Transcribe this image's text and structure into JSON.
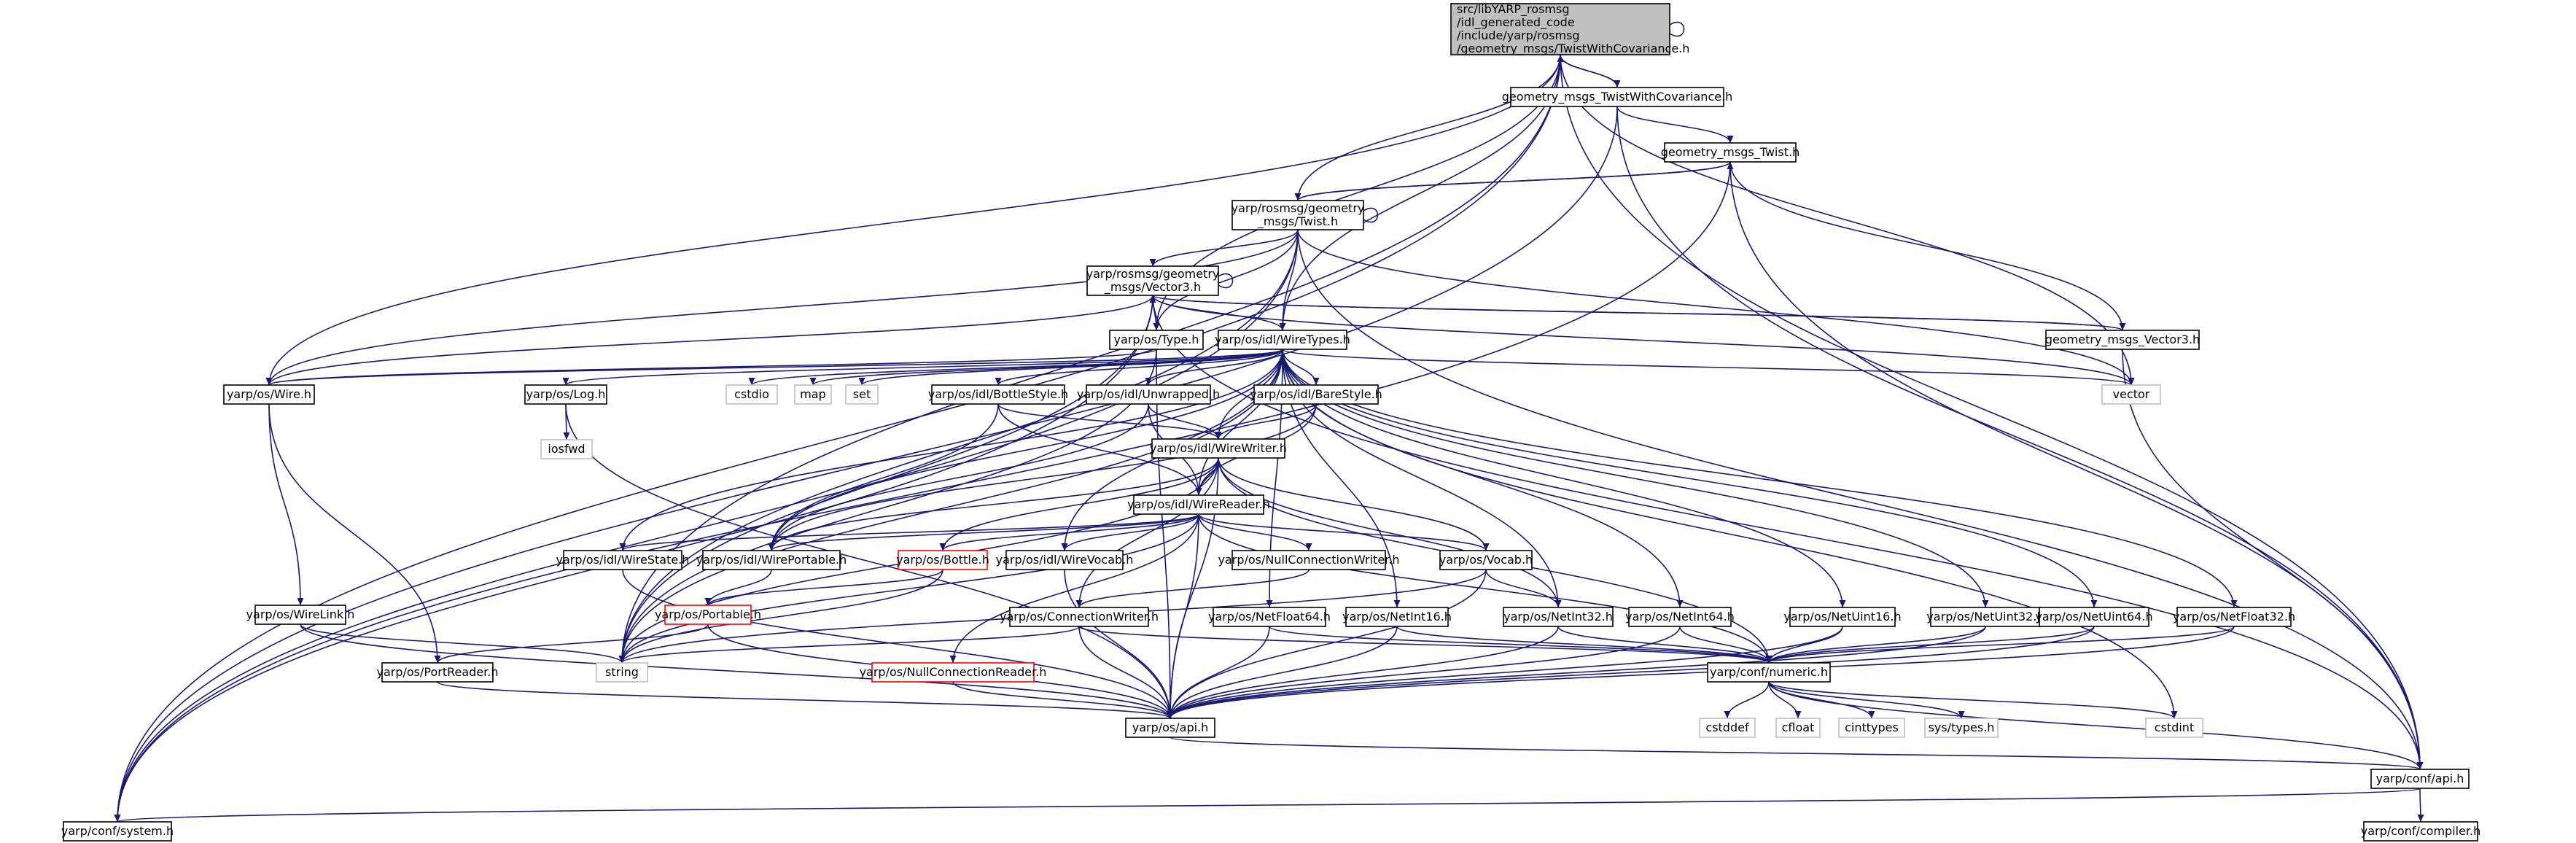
{
  "diagram": {
    "type": "include-dependency-graph",
    "edge_color": "#191970",
    "node_styles": {
      "root_fill": "#bfbfbf",
      "system_border": "#bfbfbf",
      "missing_border": "#ff0000"
    },
    "nodes": [
      {
        "id": "root",
        "lines": [
          "src/libYARP_rosmsg",
          "/idl_generated_code",
          "/include/yarp/rosmsg",
          "/geometry_msgs/TwistWithCovariance.h"
        ],
        "style": "root"
      },
      {
        "id": "twc",
        "lines": [
          "geometry_msgs_TwistWithCovariance.h"
        ]
      },
      {
        "id": "gmtwist",
        "lines": [
          "geometry_msgs_Twist.h"
        ]
      },
      {
        "id": "yrtwist",
        "lines": [
          "yarp/rosmsg/geometry",
          "_msgs/Twist.h"
        ]
      },
      {
        "id": "yrvec3",
        "lines": [
          "yarp/rosmsg/geometry",
          "_msgs/Vector3.h"
        ]
      },
      {
        "id": "type",
        "lines": [
          "yarp/os/Type.h"
        ]
      },
      {
        "id": "gmvec3",
        "lines": [
          "geometry_msgs_Vector3.h"
        ]
      },
      {
        "id": "wiretypes",
        "lines": [
          "yarp/os/idl/WireTypes.h"
        ]
      },
      {
        "id": "wire",
        "lines": [
          "yarp/os/Wire.h"
        ]
      },
      {
        "id": "log",
        "lines": [
          "yarp/os/Log.h"
        ]
      },
      {
        "id": "iosfwd",
        "lines": [
          "iosfwd"
        ],
        "style": "sys"
      },
      {
        "id": "cstdio",
        "lines": [
          "cstdio"
        ],
        "style": "sys"
      },
      {
        "id": "map",
        "lines": [
          "map"
        ],
        "style": "sys"
      },
      {
        "id": "set",
        "lines": [
          "set"
        ],
        "style": "sys"
      },
      {
        "id": "vector",
        "lines": [
          "vector"
        ],
        "style": "sys"
      },
      {
        "id": "bottlestyle",
        "lines": [
          "yarp/os/idl/BottleStyle.h"
        ]
      },
      {
        "id": "unwrapped",
        "lines": [
          "yarp/os/idl/Unwrapped.h"
        ]
      },
      {
        "id": "barestyle",
        "lines": [
          "yarp/os/idl/BareStyle.h"
        ]
      },
      {
        "id": "wirewriter",
        "lines": [
          "yarp/os/idl/WireWriter.h"
        ]
      },
      {
        "id": "wirereader",
        "lines": [
          "yarp/os/idl/WireReader.h"
        ]
      },
      {
        "id": "wirestate",
        "lines": [
          "yarp/os/idl/WireState.h"
        ]
      },
      {
        "id": "wireportable",
        "lines": [
          "yarp/os/idl/WirePortable.h"
        ]
      },
      {
        "id": "bottle",
        "lines": [
          "yarp/os/Bottle.h"
        ],
        "style": "missing"
      },
      {
        "id": "wirevocab",
        "lines": [
          "yarp/os/idl/WireVocab.h"
        ]
      },
      {
        "id": "nullconnwriter",
        "lines": [
          "yarp/os/NullConnectionWriter.h"
        ]
      },
      {
        "id": "vocab",
        "lines": [
          "yarp/os/Vocab.h"
        ]
      },
      {
        "id": "wirelink",
        "lines": [
          "yarp/os/WireLink.h"
        ]
      },
      {
        "id": "portable",
        "lines": [
          "yarp/os/Portable.h"
        ],
        "style": "missing"
      },
      {
        "id": "connwriter",
        "lines": [
          "yarp/os/ConnectionWriter.h"
        ]
      },
      {
        "id": "netfloat64",
        "lines": [
          "yarp/os/NetFloat64.h"
        ]
      },
      {
        "id": "netint16",
        "lines": [
          "yarp/os/NetInt16.h"
        ]
      },
      {
        "id": "netint32",
        "lines": [
          "yarp/os/NetInt32.h"
        ]
      },
      {
        "id": "netint64",
        "lines": [
          "yarp/os/NetInt64.h"
        ]
      },
      {
        "id": "netuint16",
        "lines": [
          "yarp/os/NetUint16.h"
        ]
      },
      {
        "id": "netuint32",
        "lines": [
          "yarp/os/NetUint32.h"
        ]
      },
      {
        "id": "netuint64",
        "lines": [
          "yarp/os/NetUint64.h"
        ]
      },
      {
        "id": "netfloat32",
        "lines": [
          "yarp/os/NetFloat32.h"
        ]
      },
      {
        "id": "portreader",
        "lines": [
          "yarp/os/PortReader.h"
        ]
      },
      {
        "id": "string",
        "lines": [
          "string"
        ],
        "style": "sys"
      },
      {
        "id": "nullconnreader",
        "lines": [
          "yarp/os/NullConnectionReader.h"
        ],
        "style": "missing"
      },
      {
        "id": "numeric",
        "lines": [
          "yarp/conf/numeric.h"
        ]
      },
      {
        "id": "cstdint",
        "lines": [
          "cstdint"
        ],
        "style": "sys"
      },
      {
        "id": "osapi",
        "lines": [
          "yarp/os/api.h"
        ]
      },
      {
        "id": "cstddef",
        "lines": [
          "cstddef"
        ],
        "style": "sys"
      },
      {
        "id": "cfloat",
        "lines": [
          "cfloat"
        ],
        "style": "sys"
      },
      {
        "id": "cinttypes",
        "lines": [
          "cinttypes"
        ],
        "style": "sys"
      },
      {
        "id": "systypes",
        "lines": [
          "sys/types.h"
        ],
        "style": "sys"
      },
      {
        "id": "confapi",
        "lines": [
          "yarp/conf/api.h"
        ]
      },
      {
        "id": "system",
        "lines": [
          "yarp/conf/system.h"
        ]
      },
      {
        "id": "compiler",
        "lines": [
          "yarp/conf/compiler.h"
        ]
      }
    ],
    "edges": [
      [
        "root",
        "root"
      ],
      [
        "root",
        "twc"
      ],
      [
        "root",
        "yrtwist"
      ],
      [
        "root",
        "type"
      ],
      [
        "root",
        "wiretypes"
      ],
      [
        "root",
        "wire"
      ],
      [
        "root",
        "string"
      ],
      [
        "root",
        "vector"
      ],
      [
        "root",
        "confapi"
      ],
      [
        "root",
        "system"
      ],
      [
        "twc",
        "root"
      ],
      [
        "twc",
        "gmtwist"
      ],
      [
        "twc",
        "system"
      ],
      [
        "twc",
        "confapi"
      ],
      [
        "gmtwist",
        "yrtwist"
      ],
      [
        "gmtwist",
        "gmvec3"
      ],
      [
        "gmtwist",
        "confapi"
      ],
      [
        "gmtwist",
        "system"
      ],
      [
        "yrtwist",
        "yrtwist"
      ],
      [
        "yrtwist",
        "gmtwist"
      ],
      [
        "yrtwist",
        "yrvec3"
      ],
      [
        "yrtwist",
        "type"
      ],
      [
        "yrtwist",
        "wiretypes"
      ],
      [
        "yrtwist",
        "wire"
      ],
      [
        "yrtwist",
        "string"
      ],
      [
        "yrtwist",
        "vector"
      ],
      [
        "yrtwist",
        "confapi"
      ],
      [
        "yrtwist",
        "system"
      ],
      [
        "yrvec3",
        "yrvec3"
      ],
      [
        "yrvec3",
        "gmvec3"
      ],
      [
        "yrvec3",
        "type"
      ],
      [
        "yrvec3",
        "wiretypes"
      ],
      [
        "yrvec3",
        "wire"
      ],
      [
        "yrvec3",
        "string"
      ],
      [
        "yrvec3",
        "vector"
      ],
      [
        "yrvec3",
        "system"
      ],
      [
        "yrvec3",
        "confapi"
      ],
      [
        "gmvec3",
        "yrvec3"
      ],
      [
        "gmvec3",
        "confapi"
      ],
      [
        "type",
        "wire"
      ],
      [
        "type",
        "string"
      ],
      [
        "type",
        "osapi"
      ],
      [
        "wiretypes",
        "wire"
      ],
      [
        "wiretypes",
        "log"
      ],
      [
        "wiretypes",
        "cstdio"
      ],
      [
        "wiretypes",
        "map"
      ],
      [
        "wiretypes",
        "set"
      ],
      [
        "wiretypes",
        "vector"
      ],
      [
        "wiretypes",
        "bottlestyle"
      ],
      [
        "wiretypes",
        "unwrapped"
      ],
      [
        "wiretypes",
        "barestyle"
      ],
      [
        "wiretypes",
        "wirewriter"
      ],
      [
        "wiretypes",
        "wirereader"
      ],
      [
        "wiretypes",
        "wirestate"
      ],
      [
        "wiretypes",
        "wireportable"
      ],
      [
        "wiretypes",
        "wirevocab"
      ],
      [
        "wiretypes",
        "netfloat64"
      ],
      [
        "wiretypes",
        "netint16"
      ],
      [
        "wiretypes",
        "netint32"
      ],
      [
        "wiretypes",
        "netint64"
      ],
      [
        "wiretypes",
        "netuint16"
      ],
      [
        "wiretypes",
        "netuint32"
      ],
      [
        "wiretypes",
        "netuint64"
      ],
      [
        "wiretypes",
        "netfloat32"
      ],
      [
        "wiretypes",
        "string"
      ],
      [
        "wiretypes",
        "cstdint"
      ],
      [
        "wire",
        "wirelink"
      ],
      [
        "wire",
        "portreader"
      ],
      [
        "log",
        "iosfwd"
      ],
      [
        "log",
        "osapi"
      ],
      [
        "bottlestyle",
        "wirewriter"
      ],
      [
        "bottlestyle",
        "wirereader"
      ],
      [
        "bottlestyle",
        "wireportable"
      ],
      [
        "unwrapped",
        "wirewriter"
      ],
      [
        "unwrapped",
        "wirereader"
      ],
      [
        "unwrapped",
        "wireportable"
      ],
      [
        "barestyle",
        "wirewriter"
      ],
      [
        "barestyle",
        "wirereader"
      ],
      [
        "barestyle",
        "wireportable"
      ],
      [
        "wirewriter",
        "wirereader"
      ],
      [
        "wirewriter",
        "wireportable"
      ],
      [
        "wirewriter",
        "bottle"
      ],
      [
        "wirewriter",
        "vocab"
      ],
      [
        "wirewriter",
        "connwriter"
      ],
      [
        "wirewriter",
        "netint32"
      ],
      [
        "wirewriter",
        "numeric"
      ],
      [
        "wirewriter",
        "string"
      ],
      [
        "wirewriter",
        "osapi"
      ],
      [
        "wirereader",
        "wirestate"
      ],
      [
        "wirereader",
        "wireportable"
      ],
      [
        "wirereader",
        "bottle"
      ],
      [
        "wirereader",
        "wirevocab"
      ],
      [
        "wirereader",
        "nullconnwriter"
      ],
      [
        "wirereader",
        "vocab"
      ],
      [
        "wirereader",
        "nullconnreader"
      ],
      [
        "wirereader",
        "string"
      ],
      [
        "wirereader",
        "numeric"
      ],
      [
        "wirereader",
        "osapi"
      ],
      [
        "wirestate",
        "osapi"
      ],
      [
        "wireportable",
        "portable"
      ],
      [
        "bottle",
        "portable"
      ],
      [
        "bottle",
        "string"
      ],
      [
        "wirevocab",
        "osapi"
      ],
      [
        "nullconnwriter",
        "connwriter"
      ],
      [
        "vocab",
        "netint32"
      ],
      [
        "vocab",
        "string"
      ],
      [
        "vocab",
        "osapi"
      ],
      [
        "wirelink",
        "osapi"
      ],
      [
        "wirelink",
        "string"
      ],
      [
        "portable",
        "portreader"
      ],
      [
        "portable",
        "osapi"
      ],
      [
        "connwriter",
        "string"
      ],
      [
        "connwriter",
        "osapi"
      ],
      [
        "connwriter",
        "numeric"
      ],
      [
        "netfloat64",
        "numeric"
      ],
      [
        "netfloat64",
        "osapi"
      ],
      [
        "netint16",
        "numeric"
      ],
      [
        "netint16",
        "osapi"
      ],
      [
        "netint32",
        "numeric"
      ],
      [
        "netint32",
        "osapi"
      ],
      [
        "netint64",
        "numeric"
      ],
      [
        "netint64",
        "osapi"
      ],
      [
        "netuint16",
        "numeric"
      ],
      [
        "netuint16",
        "osapi"
      ],
      [
        "netuint32",
        "numeric"
      ],
      [
        "netuint32",
        "osapi"
      ],
      [
        "netuint64",
        "numeric"
      ],
      [
        "netuint64",
        "osapi"
      ],
      [
        "netfloat32",
        "numeric"
      ],
      [
        "netfloat32",
        "osapi"
      ],
      [
        "portreader",
        "osapi"
      ],
      [
        "nullconnreader",
        "osapi"
      ],
      [
        "numeric",
        "cstddef"
      ],
      [
        "numeric",
        "cfloat"
      ],
      [
        "numeric",
        "cinttypes"
      ],
      [
        "numeric",
        "systypes"
      ],
      [
        "numeric",
        "cstdint"
      ],
      [
        "numeric",
        "confapi"
      ],
      [
        "osapi",
        "confapi"
      ],
      [
        "confapi",
        "compiler"
      ],
      [
        "confapi",
        "system"
      ]
    ]
  }
}
